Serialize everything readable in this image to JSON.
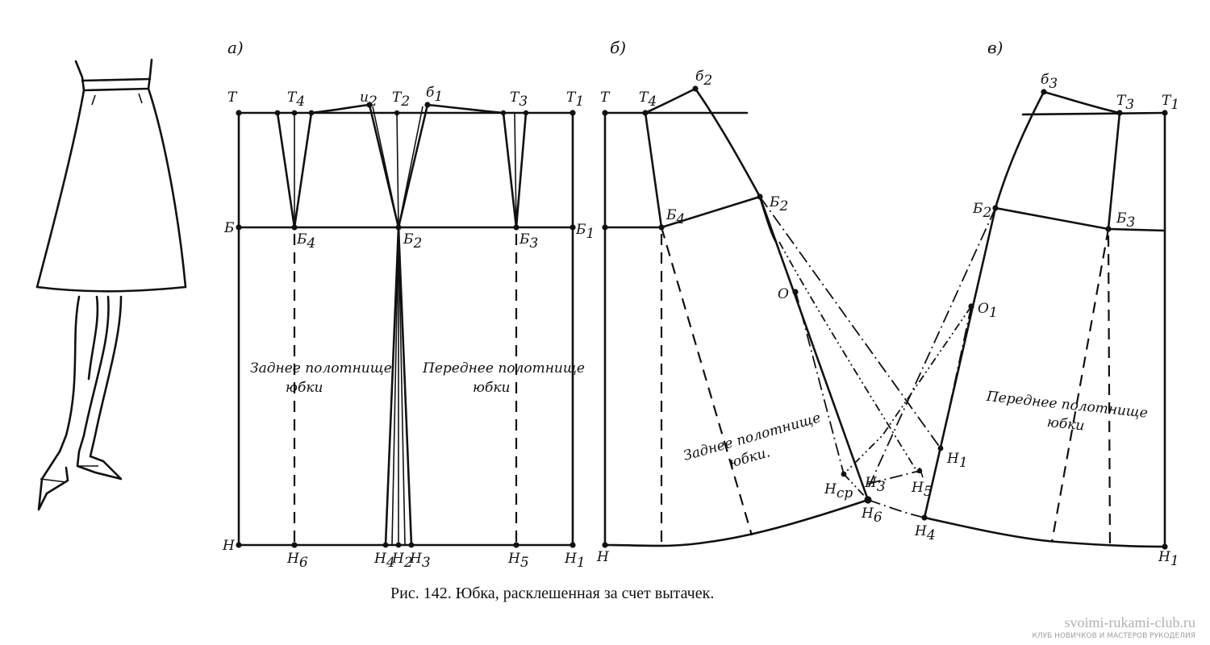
{
  "caption": "Рис. 142. Юбка, расклешенная за счет вытачек.",
  "panels": {
    "a": "а)",
    "b": "б)",
    "c": "в)"
  },
  "panel_a": {
    "labels": {
      "T": "Т",
      "T4": "Т",
      "T4_sub": "4",
      "U2": "и",
      "U2_sub": "2",
      "T2": "Т",
      "T2_sub": "2",
      "B1top": "б",
      "B1top_sub": "1",
      "T3": "Т",
      "T3_sub": "3",
      "T1": "Т",
      "T1_sub": "1",
      "B": "Б",
      "B4": "Б",
      "B4_sub": "4",
      "B2": "Б",
      "B2_sub": "2",
      "B3": "Б",
      "B3_sub": "3",
      "B1": "Б",
      "B1_sub": "1",
      "H": "Н",
      "H6": "Н",
      "H6_sub": "6",
      "H4": "Н",
      "H4_sub": "4",
      "H2": "Н",
      "H2_sub": "2",
      "H3": "Н",
      "H3_sub": "3",
      "H5": "Н",
      "H5_sub": "5",
      "H1": "Н",
      "H1_sub": "1"
    },
    "back_panel": [
      "Заднее полотнище",
      "юбки"
    ],
    "front_panel": [
      "Переднее полотнище",
      "юбки"
    ]
  },
  "panel_b": {
    "labels": {
      "T": "Т",
      "T4": "Т",
      "T4_sub": "4",
      "B2top": "б",
      "B2top_sub": "2",
      "B4": "Б",
      "B4_sub": "4",
      "B2": "Б",
      "B2_sub": "2",
      "O": "О",
      "Hcp": "Н",
      "Hcp_sub": "ср",
      "H3": "Н",
      "H3_sub": "3",
      "H5": "Н",
      "H5_sub": "5",
      "H6": "Н",
      "H6_sub": "6",
      "H1": "Н",
      "H1_sub": "1",
      "H4": "Н",
      "H4_sub": "4",
      "H": "Н"
    },
    "back_panel": [
      "Заднее полотнище",
      "юбки."
    ]
  },
  "panel_c": {
    "labels": {
      "B3top": "б",
      "B3top_sub": "3",
      "T3": "Т",
      "T3_sub": "3",
      "T1": "Т",
      "T1_sub": "1",
      "B2": "Б",
      "B2_sub": "2",
      "B3": "Б",
      "B3_sub": "3",
      "O1": "О",
      "O1_sub": "1",
      "H1": "Н",
      "H1_sub": "1"
    },
    "front_panel": [
      "Переднее полотнище",
      "юбки"
    ]
  },
  "watermark": {
    "url": "svoimi-rukami-club.ru",
    "tagline": "КЛУБ НОВИЧКОВ И МАСТЕРОВ РУКОДЕЛИЯ"
  }
}
